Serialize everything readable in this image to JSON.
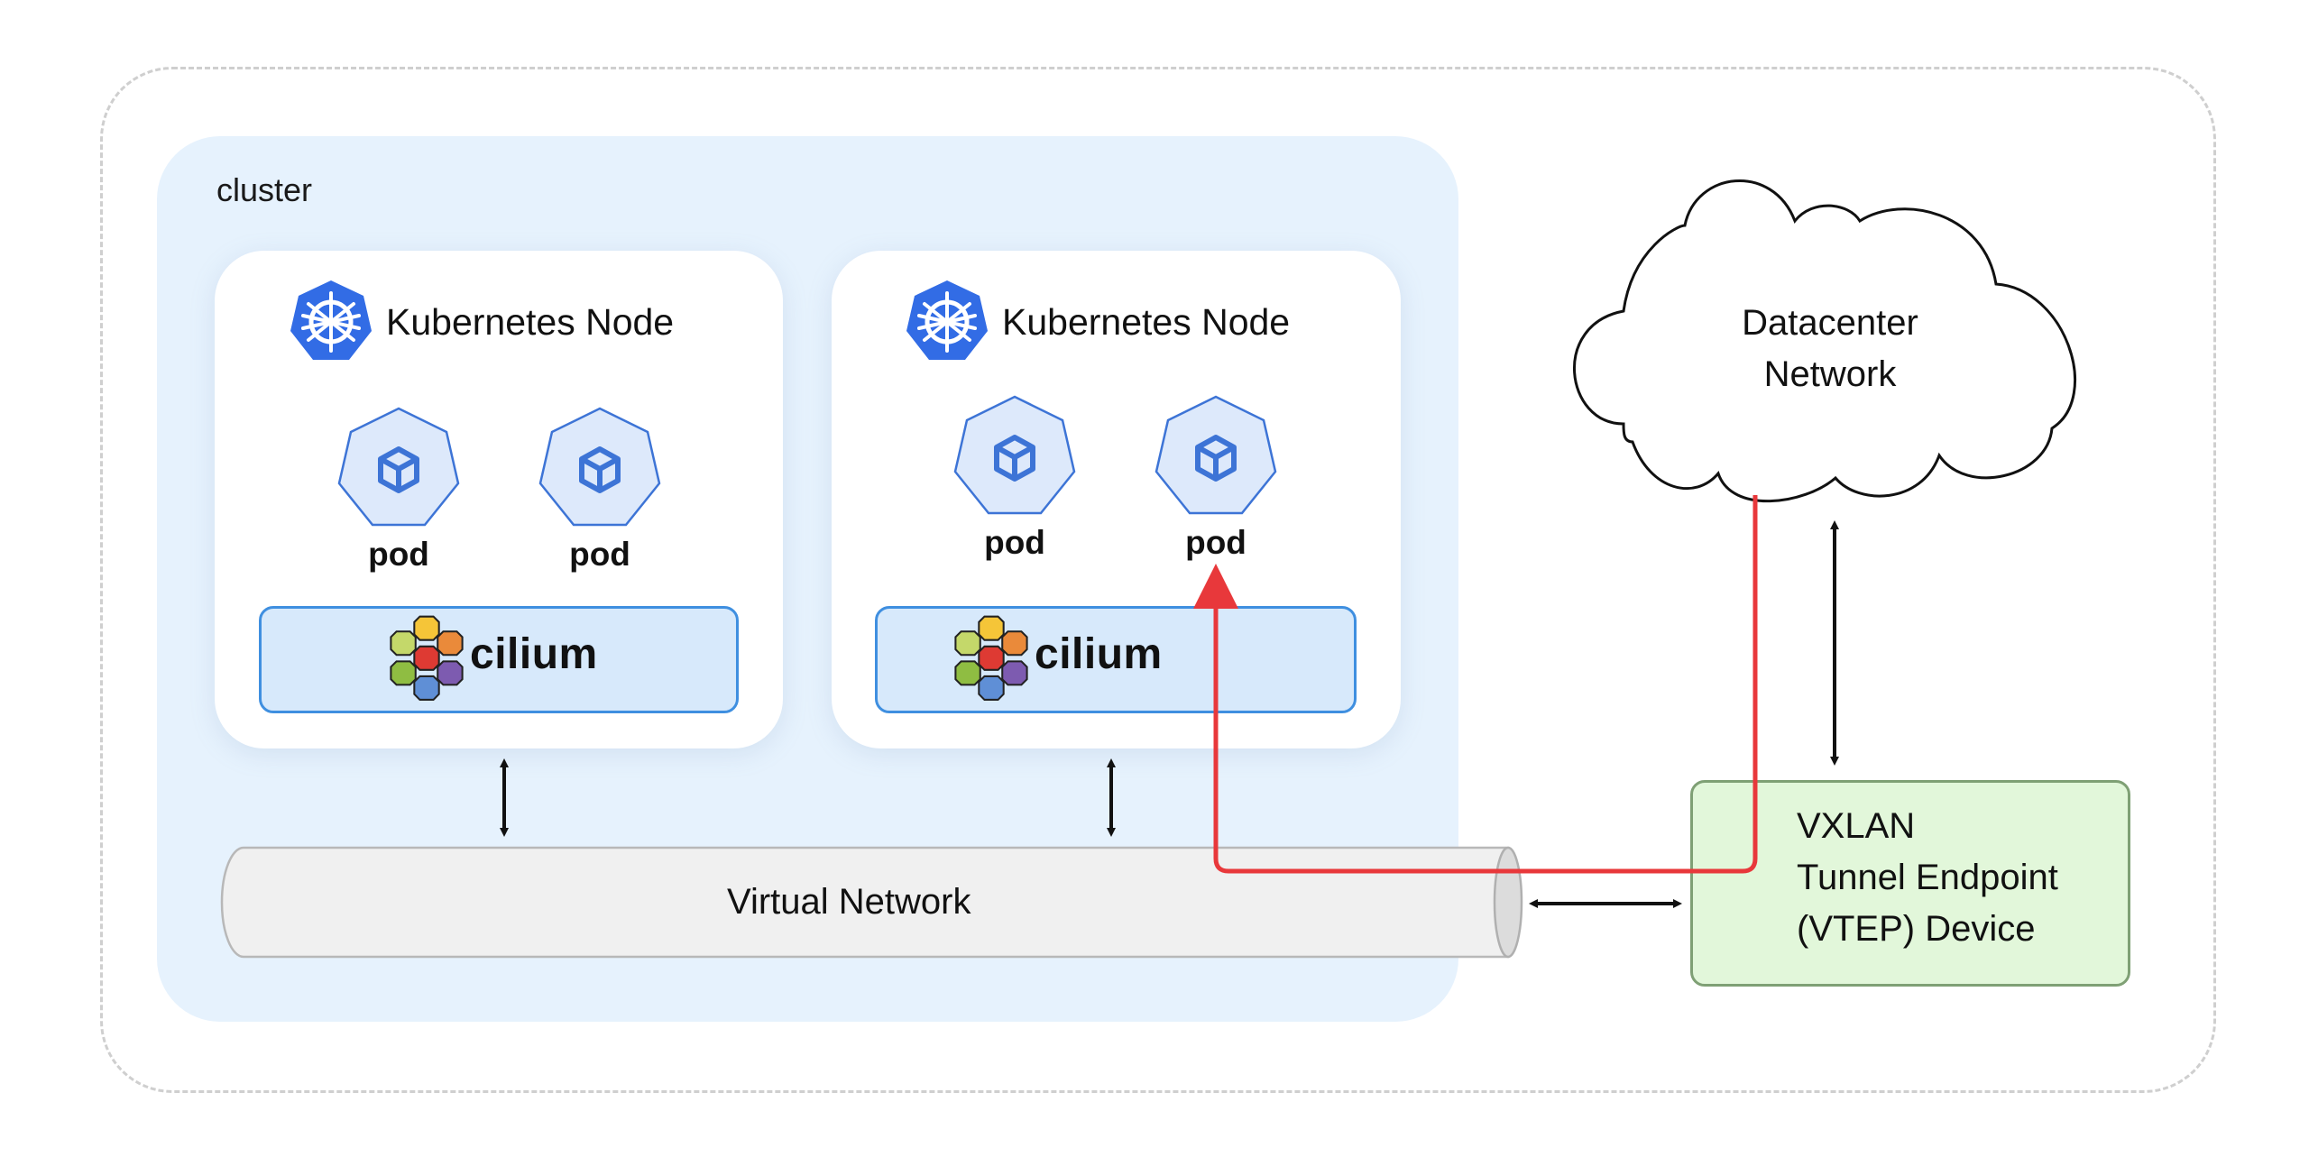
{
  "diagram": {
    "cluster_label": "cluster",
    "nodes": [
      {
        "title": "Kubernetes Node",
        "icon": "kubernetes-helm-icon",
        "pods": [
          {
            "label": "pod",
            "icon": "cube-icon"
          },
          {
            "label": "pod",
            "icon": "cube-icon"
          }
        ],
        "cni": {
          "label": "cilium",
          "icon": "cilium-hexagon-logo-icon"
        }
      },
      {
        "title": "Kubernetes Node",
        "icon": "kubernetes-helm-icon",
        "pods": [
          {
            "label": "pod",
            "icon": "cube-icon"
          },
          {
            "label": "pod",
            "icon": "cube-icon"
          }
        ],
        "cni": {
          "label": "cilium",
          "icon": "cilium-hexagon-logo-icon"
        }
      }
    ],
    "virtual_network": {
      "label": "Virtual Network"
    },
    "datacenter": {
      "line1": "Datacenter",
      "line2": "Network"
    },
    "vtep": {
      "line1": "VXLAN",
      "line2": "Tunnel Endpoint",
      "line3": "(VTEP) Device"
    },
    "connections": [
      {
        "from": "node-1",
        "to": "virtual-network",
        "type": "bidirectional"
      },
      {
        "from": "node-2",
        "to": "virtual-network",
        "type": "bidirectional"
      },
      {
        "from": "virtual-network",
        "to": "vtep",
        "type": "bidirectional"
      },
      {
        "from": "datacenter-network",
        "to": "vtep",
        "type": "bidirectional"
      },
      {
        "from": "datacenter-network",
        "to": "node-2-pod-2",
        "type": "traffic-path",
        "via": [
          "vtep",
          "virtual-network"
        ]
      }
    ],
    "colors": {
      "kubernetes_blue": "#326ce5",
      "pod_fill": "#dde9fb",
      "pod_stroke": "#3d74d6",
      "cluster_bg": "#e6f2fd",
      "cilium_box_bg": "#d7e9fb",
      "cilium_box_border": "#3f8fe0",
      "vtep_bg": "#e2f7da",
      "vtep_border": "#7fa075",
      "traffic_path": "#e8383b",
      "tube_fill": "#f0f0f0",
      "tube_end": "#dcdcdc"
    }
  }
}
